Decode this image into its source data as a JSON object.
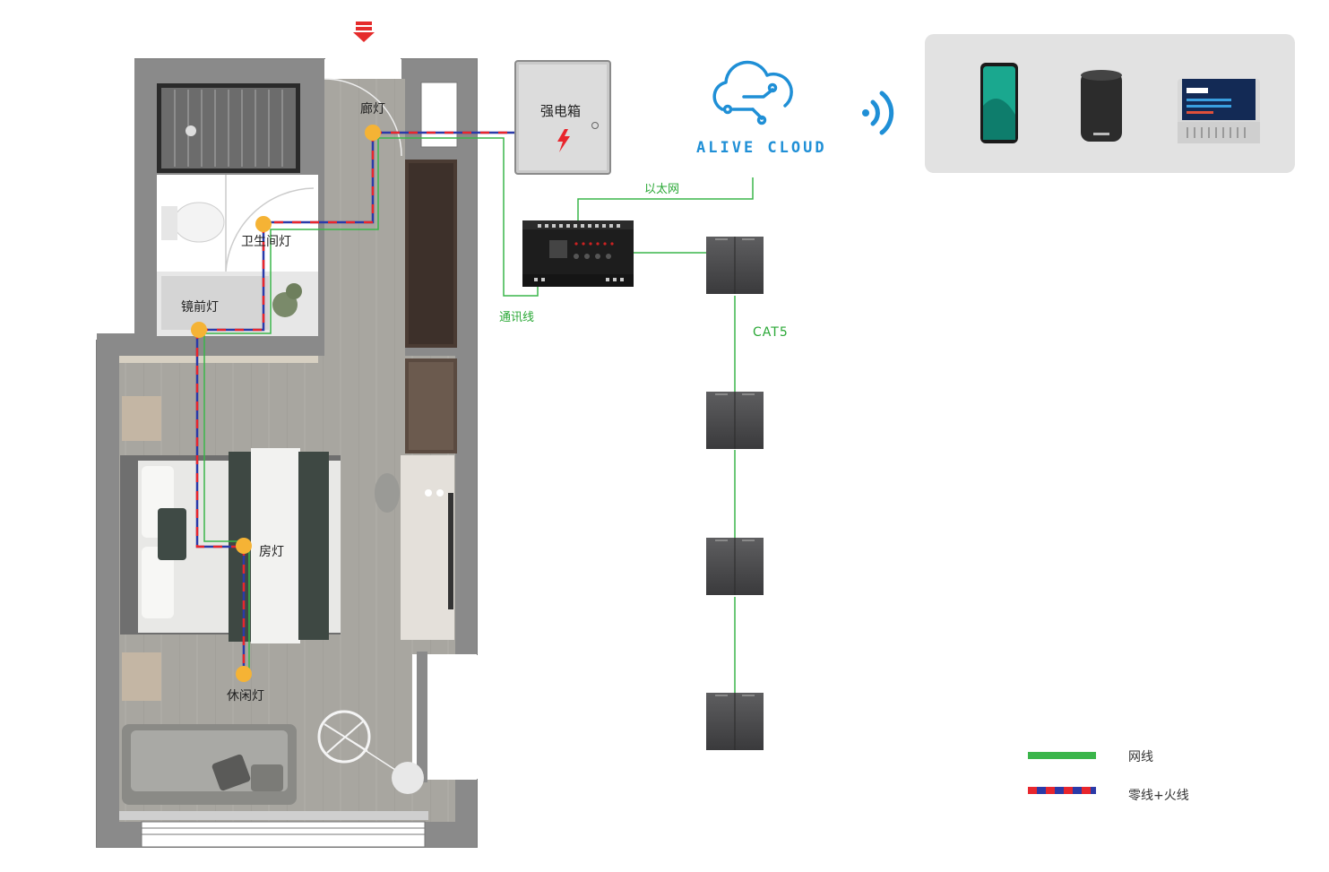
{
  "labels": {
    "corridor_light": "廊灯",
    "bathroom_light": "卫生间灯",
    "mirror_light": "镜前灯",
    "room_light": "房灯",
    "leisure_light": "休闲灯",
    "power_box": "强电箱",
    "ethernet": "以太网",
    "comm_line": "通讯线",
    "cat5": "CAT5",
    "cloud": "ALIVE CLOUD"
  },
  "legend": {
    "network": "网线",
    "power": "零线+火线"
  },
  "colors": {
    "network": "#3ab54a",
    "live": "#e8262d",
    "neutral": "#2b3aa8",
    "light_node": "#f5b335",
    "cloud_blue": "#1f8fd6",
    "arrow_red": "#e52b2b"
  }
}
